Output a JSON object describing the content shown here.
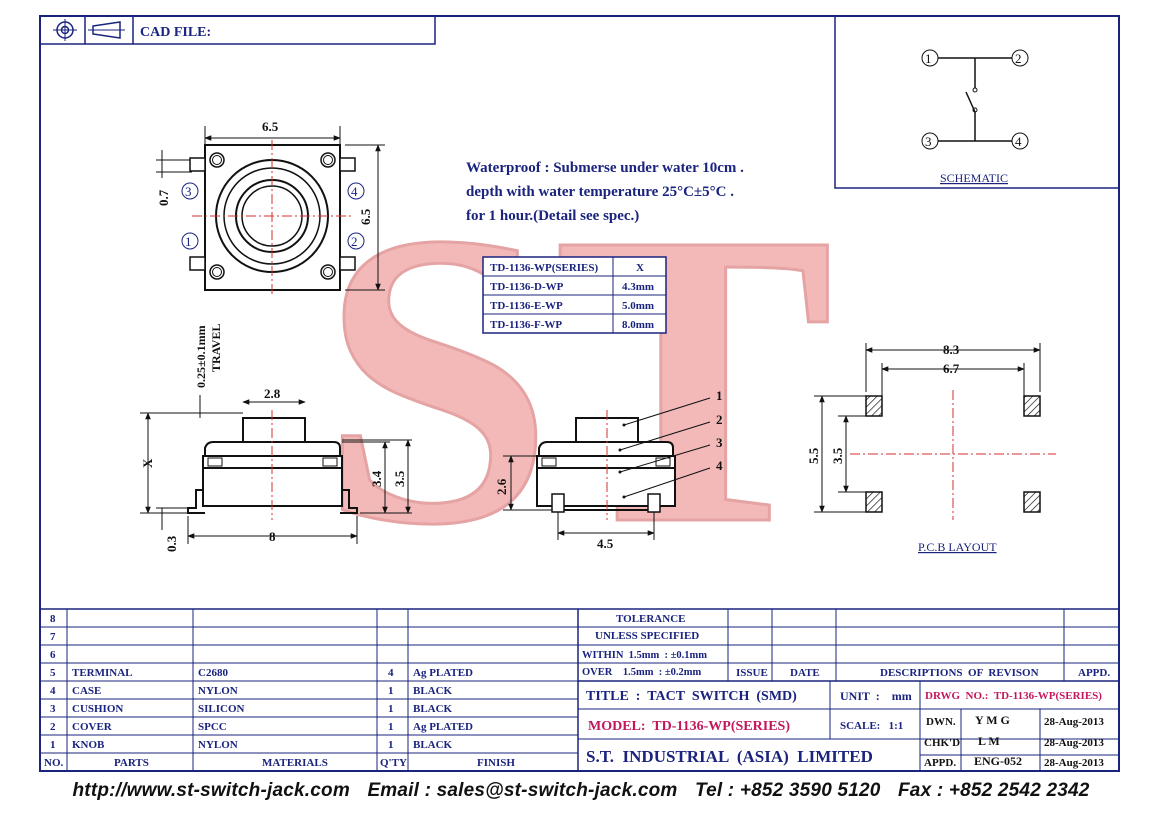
{
  "cad_file_label": "CAD FILE:",
  "top_view": {
    "width_dim": "6.5",
    "height_dim": "6.5",
    "pitch_dim": "0.7",
    "pins": [
      "3",
      "4",
      "1",
      "2"
    ]
  },
  "waterproof_note": [
    "Waterproof : Submerse under water 10cm .",
    "depth with water temperature 25°C±5°C .",
    "for 1 hour.(Detail see spec.)"
  ],
  "series_table": {
    "headers": [
      "TD-1136-WP(SERIES)",
      "X"
    ],
    "rows": [
      [
        "TD-1136-D-WP",
        "4.3mm"
      ],
      [
        "TD-1136-E-WP",
        "5.0mm"
      ],
      [
        "TD-1136-F-WP",
        "8.0mm"
      ]
    ]
  },
  "schematic": {
    "title": "SCHEMATIC",
    "pins": [
      "1",
      "2",
      "3",
      "4"
    ]
  },
  "side_view": {
    "travel_dim": "0.25±0.1mm",
    "travel_label": "TRAVEL",
    "knob_dim": "2.8",
    "height_label": "X",
    "dim_a": "3.4",
    "dim_b": "3.5",
    "base_dim": "0.3",
    "length_dim": "8"
  },
  "section_view": {
    "height_dim": "2.6",
    "width_dim": "4.5",
    "callouts": [
      "1",
      "2",
      "3",
      "4"
    ]
  },
  "pcb": {
    "title": "P.C.B LAYOUT",
    "outer_w": "8.3",
    "inner_w": "6.7",
    "outer_h": "5.5",
    "inner_h": "3.5"
  },
  "watermark": "ST",
  "bom": {
    "empty_rows": [
      "8",
      "7",
      "6"
    ],
    "rows": [
      {
        "no": "5",
        "part": "TERMINAL",
        "material": "C2680",
        "qty": "4",
        "finish": "Ag PLATED"
      },
      {
        "no": "4",
        "part": "CASE",
        "material": "NYLON",
        "qty": "1",
        "finish": "BLACK"
      },
      {
        "no": "3",
        "part": "CUSHION",
        "material": "SILICON",
        "qty": "1",
        "finish": "BLACK"
      },
      {
        "no": "2",
        "part": "COVER",
        "material": "SPCC",
        "qty": "1",
        "finish": "Ag PLATED"
      },
      {
        "no": "1",
        "part": "KNOB",
        "material": "NYLON",
        "qty": "1",
        "finish": "BLACK"
      }
    ],
    "headers": {
      "no": "NO.",
      "parts": "PARTS",
      "materials": "MATERIALS",
      "qty": "Q'TY",
      "finish": "FINISH"
    }
  },
  "tolerance": {
    "line1": "TOLERANCE",
    "line2": "UNLESS   SPECIFIED",
    "within": "WITHIN  1.5mm  : ±0.1mm",
    "over": "OVER    1.5mm  : ±0.2mm"
  },
  "revision": {
    "issue": "ISSUE",
    "date": "DATE",
    "desc": "DESCRIPTIONS  OF  REVISON",
    "appd": "APPD."
  },
  "title_block": {
    "title": "TITLE  :  TACT  SWITCH  (SMD)",
    "unit": "UNIT  :    mm",
    "drwg": "DRWG  NO.:  TD-1136-WP(SERIES)",
    "model": "MODEL:  TD-1136-WP(SERIES)",
    "scale": "SCALE:   1:1",
    "company": "S.T.  INDUSTRIAL  (ASIA)  LIMITED",
    "dwn_label": "DWN.",
    "dwn_name": "Y M G",
    "dwn_date": "28-Aug-2013",
    "chk_label": "CHK'D",
    "chk_name": "L M",
    "chk_date": "28-Aug-2013",
    "appd_label": "APPD.",
    "appd_name": "ENG-052",
    "appd_date": "28-Aug-2013"
  },
  "footer": {
    "web": "http://www.st-switch-jack.com",
    "email": "Email : sales@st-switch-jack.com",
    "tel": "Tel : +852 3590 5120",
    "fax": "Fax : +852 2542 2342"
  },
  "colors": {
    "border": "#1a237e",
    "center_line": "#d32f2f",
    "watermark": "#ef9a9a",
    "magenta": "#c2185b"
  }
}
